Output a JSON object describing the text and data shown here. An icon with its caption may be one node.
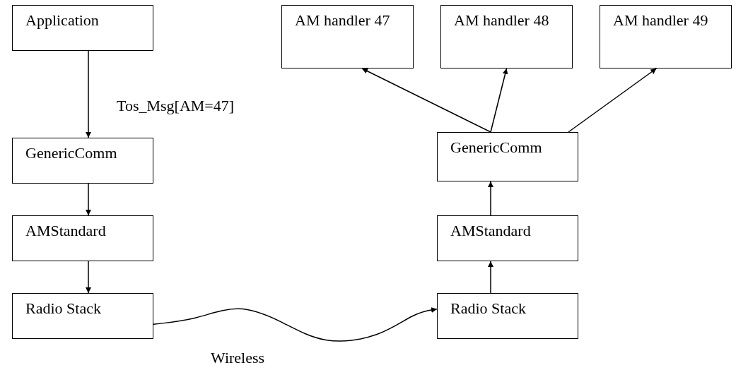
{
  "diagram": {
    "nodes": [
      {
        "text": [
          "Application"
        ]
      },
      {
        "text": [
          "GenericComm"
        ]
      },
      {
        "text": [
          "AMStandard"
        ]
      },
      {
        "text": [
          "Radio Stack"
        ]
      },
      {
        "text": [
          "AM handler 47"
        ]
      },
      {
        "text": [
          "AM handler 48"
        ]
      },
      {
        "text": [
          "AM handler 49"
        ]
      },
      {
        "text": [
          "GenericComm"
        ]
      },
      {
        "text": [
          "AMStandard"
        ]
      },
      {
        "text": [
          "Radio Stack"
        ]
      }
    ],
    "edges": [
      {
        "from": 0,
        "to": 1,
        "arrow": "to",
        "label": "Tos_Msg[AM=47]"
      },
      {
        "from": 1,
        "to": 2,
        "arrow": "to"
      },
      {
        "from": 2,
        "to": 3,
        "arrow": "to"
      },
      {
        "from": 3,
        "to": 9,
        "arrow": "to",
        "label": "Wireless"
      },
      {
        "from": 9,
        "to": 8,
        "arrow": "to"
      },
      {
        "from": 8,
        "to": 7,
        "arrow": "to"
      },
      {
        "from": 7,
        "to": 4,
        "arrow": "to"
      },
      {
        "from": 7,
        "to": 5,
        "arrow": "to"
      },
      {
        "from": 7,
        "to": 6,
        "arrow": "to"
      }
    ]
  }
}
